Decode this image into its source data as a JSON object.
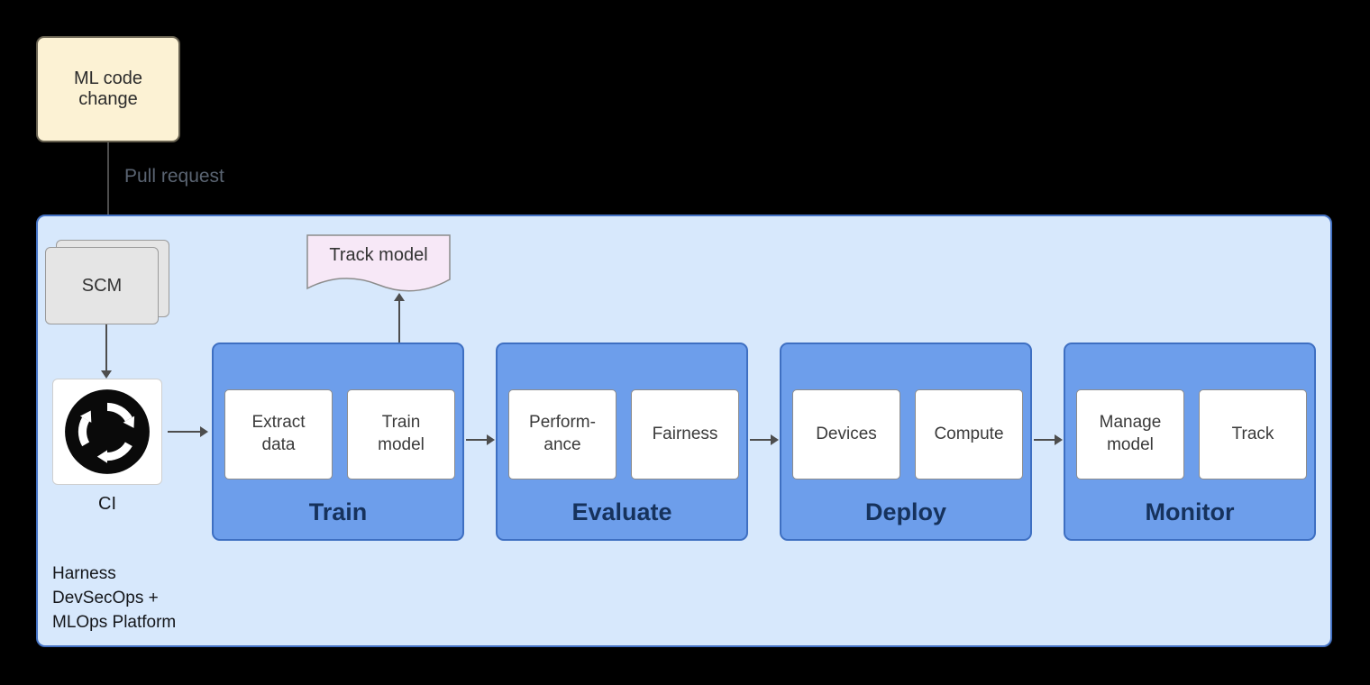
{
  "colors": {
    "canvas_bg": "#000000",
    "note_fill": "#FCF2D4",
    "platform_fill": "#D7E8FC",
    "platform_border": "#4472C4",
    "stage_fill": "#6D9EEB",
    "stage_border": "#3E6FC2",
    "stage_label_text": "#16325C",
    "doc_fill": "#F7E8F7",
    "scm_fill": "#E5E5E5",
    "ci_icon": "#0A0A0A",
    "arrow": "#4D4D4D"
  },
  "nodes": {
    "ml_code_change": "ML code\nchange",
    "scm": "SCM",
    "ci": "CI",
    "track_model": "Track model",
    "platform_label": "Harness\nDevSecOps +\nMLOps Platform"
  },
  "labels": {
    "pull_request": "Pull request"
  },
  "stages": [
    {
      "label": "Train",
      "items": [
        "Extract\ndata",
        "Train\nmodel"
      ]
    },
    {
      "label": "Evaluate",
      "items": [
        "Perform-\nance",
        "Fairness"
      ]
    },
    {
      "label": "Deploy",
      "items": [
        "Devices",
        "Compute"
      ]
    },
    {
      "label": "Monitor",
      "items": [
        "Manage\nmodel",
        "Track"
      ]
    }
  ],
  "icons": {
    "ci": "ci-circular-arrows-icon"
  }
}
